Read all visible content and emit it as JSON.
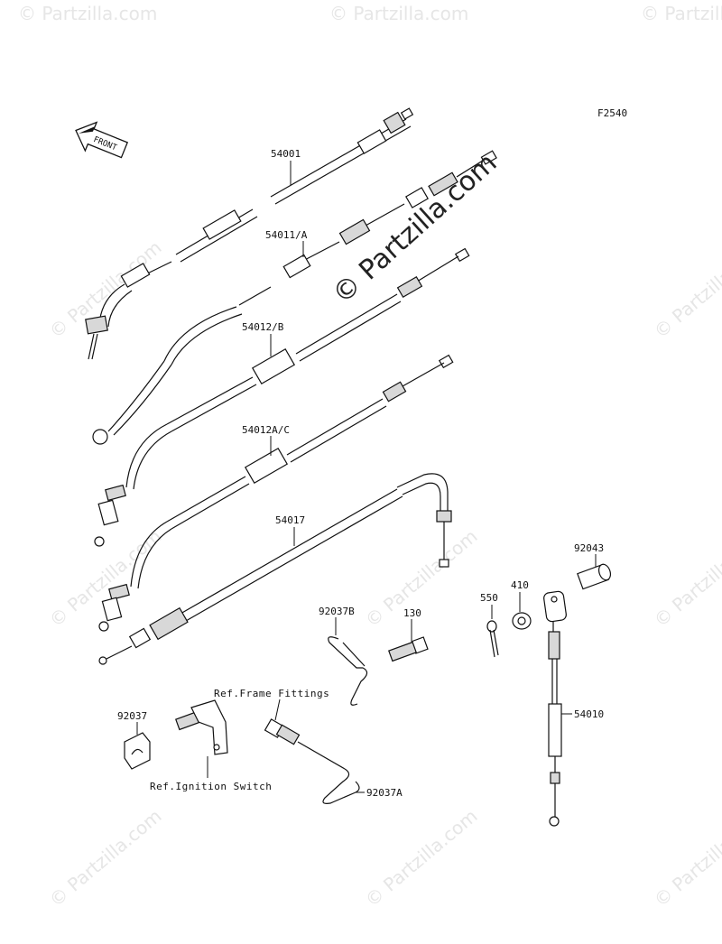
{
  "diagram_code": "F2540",
  "front_label": "FRONT",
  "watermark": "© Partzilla.com",
  "parts": [
    {
      "id": "p-54001",
      "label": "54001"
    },
    {
      "id": "p-54011",
      "label": "54011/A"
    },
    {
      "id": "p-54012",
      "label": "54012/B"
    },
    {
      "id": "p-54012a",
      "label": "54012A/C"
    },
    {
      "id": "p-54017",
      "label": "54017"
    },
    {
      "id": "p-92043",
      "label": "92043"
    },
    {
      "id": "p-550",
      "label": "550"
    },
    {
      "id": "p-410",
      "label": "410"
    },
    {
      "id": "p-92037b",
      "label": "92037B"
    },
    {
      "id": "p-130",
      "label": "130"
    },
    {
      "id": "p-54010",
      "label": "54010"
    },
    {
      "id": "p-92037",
      "label": "92037"
    },
    {
      "id": "p-92037a",
      "label": "92037A"
    }
  ],
  "refs": {
    "frame_fittings": "Ref.Frame Fittings",
    "ignition_switch": "Ref.Ignition Switch"
  }
}
